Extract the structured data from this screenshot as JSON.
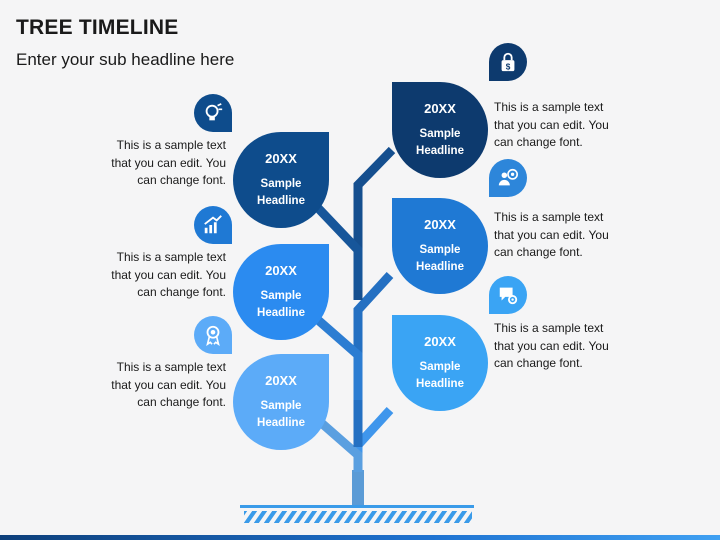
{
  "header": {
    "title": "TREE TIMELINE",
    "subtitle": "Enter your sub headline here"
  },
  "colors": {
    "navy": "#0e4c8c",
    "dark_navy": "#0d3a6e",
    "blue": "#1f79d4",
    "bright_blue": "#2b8bf0",
    "mid_blue": "#2d86da",
    "light_blue": "#5cabf8",
    "sky_blue": "#3aa4f4"
  },
  "left_items": [
    {
      "year": "20XX",
      "headline": "Sample Headline",
      "text": "This is a sample text that you can edit. You can change font.",
      "icon": "idea-bulb-icon"
    },
    {
      "year": "20XX",
      "headline": "Sample Headline",
      "text": "This is a sample text that you can edit. You can change font.",
      "icon": "growth-chart-icon"
    },
    {
      "year": "20XX",
      "headline": "Sample Headline",
      "text": "This is a sample text that you can edit. You can change font.",
      "icon": "award-badge-icon"
    }
  ],
  "right_items": [
    {
      "year": "20XX",
      "headline": "Sample Headline",
      "text": "This is a sample text that you can edit. You can change font.",
      "icon": "dollar-lock-icon"
    },
    {
      "year": "20XX",
      "headline": "Sample Headline",
      "text": "This is a sample text that you can edit. You can change font.",
      "icon": "target-person-icon"
    },
    {
      "year": "20XX",
      "headline": "Sample Headline",
      "text": "This is a sample text that you can edit. You can change font.",
      "icon": "chat-gear-icon"
    }
  ]
}
